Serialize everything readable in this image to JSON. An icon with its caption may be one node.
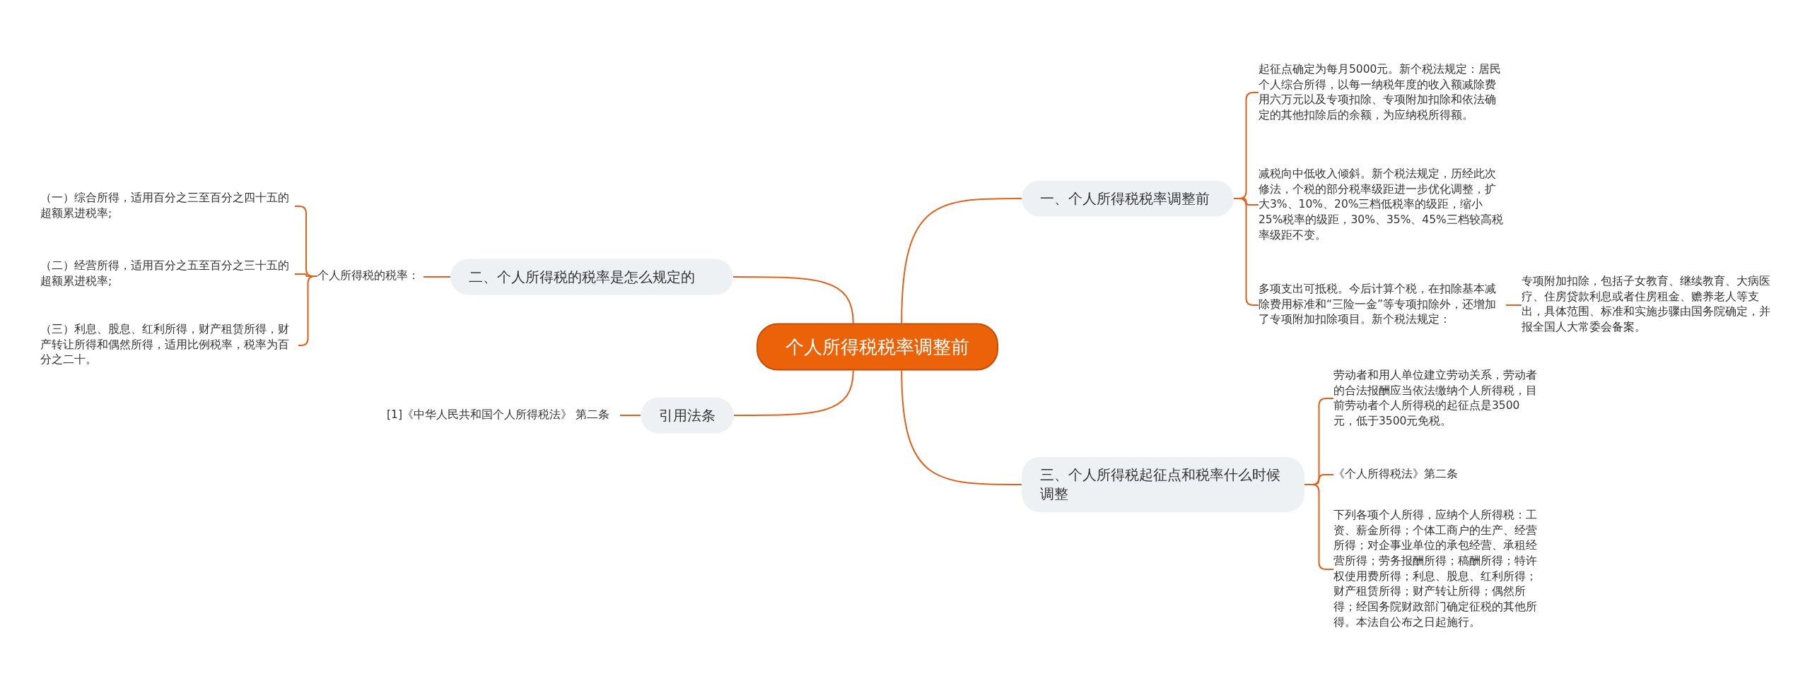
{
  "diagram": {
    "nodes": [
      {
        "text": [
          "个人所得税税率调整前"
        ]
      },
      {
        "text": [
          "一、个人所得税税率调整前"
        ]
      },
      {
        "text": [
          "起征点确定为每月5000元。新个税法规定：居民个人综合所得，以每一纳税年度的收入额减除费用六万元以及专项扣除、专项附加扣除和依法确定的其他扣除后的余额，为应纳税所得额。"
        ]
      },
      {
        "text": [
          "减税向中低收入倾斜。新个税法规定，历经此次修法，个税的部分税率级距进一步优化调整，扩大3%、10%、20%三档低税率的级距，缩小25%税率的级距，30%、35%、45%三档较高税率级距不变。"
        ]
      },
      {
        "text": [
          "多项支出可抵税。今后计算个税，在扣除基本减除费用标准和“三险一金”等专项扣除外，还增加了专项附加扣除项目。新个税法规定："
        ]
      },
      {
        "text": [
          "专项附加扣除，包括子女教育、继续教育、大病医疗、住房贷款利息或者住房租金、赡养老人等支出，具体范围、标准和实施步骤由国务院确定，并报全国人大常委会备案。"
        ]
      },
      {
        "text": [
          "二、个人所得税的税率是怎么规定的"
        ]
      },
      {
        "text": [
          "个人所得税的税率："
        ]
      },
      {
        "text": [
          "（一）综合所得，适用百分之三至百分之四十五的超额累进税率;"
        ]
      },
      {
        "text": [
          "（二）经营所得，适用百分之五至百分之三十五的超额累进税率;"
        ]
      },
      {
        "text": [
          "（三）利息、股息、红利所得，财产租赁所得，财产转让所得和偶然所得，适用比例税率，税率为百分之二十。"
        ]
      },
      {
        "text": [
          "引用法条"
        ]
      },
      {
        "text": [
          "[1]《中华人民共和国个人所得税法》 第二条"
        ]
      },
      {
        "text": [
          "三、个人所得税起征点和税率什么时候调整"
        ]
      },
      {
        "text": [
          "劳动者和用人单位建立劳动关系，劳动者的合法报酬应当依法缴纳个人所得税，目前劳动者个人所得税的起征点是3500元，低于3500元免税。"
        ]
      },
      {
        "text": [
          "《个人所得税法》第二条"
        ]
      },
      {
        "text": [
          "下列各项个人所得，应纳个人所得税：工资、薪金所得；个体工商户的生产、经营所得；对企事业单位的承包经营、承租经营所得；劳务报酬所得；稿酬所得；特许权使用费所得；利息、股息、红利所得；财产租赁所得；财产转让所得；偶然所得；经国务院财政部门确定征税的其他所得。本法自公布之日起施行。"
        ]
      }
    ],
    "edges": [
      {
        "from": 0,
        "to": 1,
        "arrow": "none"
      },
      {
        "from": 1,
        "to": 2,
        "arrow": "none"
      },
      {
        "from": 1,
        "to": 3,
        "arrow": "none"
      },
      {
        "from": 1,
        "to": 4,
        "arrow": "none"
      },
      {
        "from": 4,
        "to": 5,
        "arrow": "none"
      },
      {
        "from": 0,
        "to": 6,
        "arrow": "none"
      },
      {
        "from": 6,
        "to": 7,
        "arrow": "none"
      },
      {
        "from": 7,
        "to": 8,
        "arrow": "none"
      },
      {
        "from": 7,
        "to": 9,
        "arrow": "none"
      },
      {
        "from": 7,
        "to": 10,
        "arrow": "none"
      },
      {
        "from": 0,
        "to": 11,
        "arrow": "none"
      },
      {
        "from": 11,
        "to": 12,
        "arrow": "none"
      },
      {
        "from": 0,
        "to": 13,
        "arrow": "none"
      },
      {
        "from": 13,
        "to": 14,
        "arrow": "none"
      },
      {
        "from": 13,
        "to": 15,
        "arrow": "none"
      },
      {
        "from": 13,
        "to": 16,
        "arrow": "none"
      }
    ]
  }
}
